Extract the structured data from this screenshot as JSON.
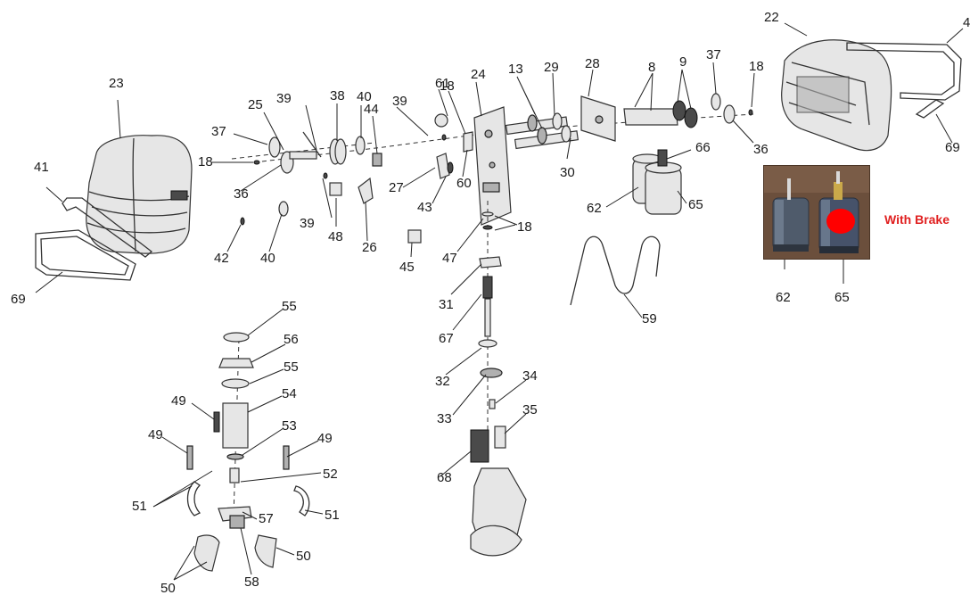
{
  "diagram": {
    "callouts": [
      {
        "id": "c22",
        "text": "22"
      },
      {
        "id": "c4",
        "text": "4"
      },
      {
        "id": "c69a",
        "text": "69"
      },
      {
        "id": "c23",
        "text": "23"
      },
      {
        "id": "c41",
        "text": "41"
      },
      {
        "id": "c69b",
        "text": "69"
      },
      {
        "id": "c25",
        "text": "25"
      },
      {
        "id": "c39a",
        "text": "39"
      },
      {
        "id": "c38",
        "text": "38"
      },
      {
        "id": "c40a",
        "text": "40"
      },
      {
        "id": "c44",
        "text": "44"
      },
      {
        "id": "c39b",
        "text": "39"
      },
      {
        "id": "c61",
        "text": "61"
      },
      {
        "id": "c18a",
        "text": "18"
      },
      {
        "id": "c24",
        "text": "24"
      },
      {
        "id": "c13",
        "text": "13"
      },
      {
        "id": "c29",
        "text": "29"
      },
      {
        "id": "c28",
        "text": "28"
      },
      {
        "id": "c8",
        "text": "8"
      },
      {
        "id": "c9",
        "text": "9"
      },
      {
        "id": "c37a",
        "text": "37"
      },
      {
        "id": "c18b",
        "text": "18"
      },
      {
        "id": "c37b",
        "text": "37"
      },
      {
        "id": "c18c",
        "text": "18"
      },
      {
        "id": "c36a",
        "text": "36"
      },
      {
        "id": "c36b",
        "text": "36"
      },
      {
        "id": "c39c",
        "text": "39"
      },
      {
        "id": "c48",
        "text": "48"
      },
      {
        "id": "c26",
        "text": "26"
      },
      {
        "id": "c27",
        "text": "27"
      },
      {
        "id": "c60",
        "text": "60"
      },
      {
        "id": "c43",
        "text": "43"
      },
      {
        "id": "c30",
        "text": "30"
      },
      {
        "id": "c66",
        "text": "66"
      },
      {
        "id": "c62a",
        "text": "62"
      },
      {
        "id": "c65a",
        "text": "65"
      },
      {
        "id": "c42",
        "text": "42"
      },
      {
        "id": "c40b",
        "text": "40"
      },
      {
        "id": "c45",
        "text": "45"
      },
      {
        "id": "c47",
        "text": "47"
      },
      {
        "id": "c18d",
        "text": "18"
      },
      {
        "id": "c31",
        "text": "31"
      },
      {
        "id": "c59",
        "text": "59"
      },
      {
        "id": "c62b",
        "text": "62"
      },
      {
        "id": "c65b",
        "text": "65"
      },
      {
        "id": "c55a",
        "text": "55"
      },
      {
        "id": "c56",
        "text": "56"
      },
      {
        "id": "c55b",
        "text": "55"
      },
      {
        "id": "c54",
        "text": "54"
      },
      {
        "id": "c49a",
        "text": "49"
      },
      {
        "id": "c53",
        "text": "53"
      },
      {
        "id": "c49b",
        "text": "49"
      },
      {
        "id": "c49c",
        "text": "49"
      },
      {
        "id": "c52",
        "text": "52"
      },
      {
        "id": "c51a",
        "text": "51"
      },
      {
        "id": "c57",
        "text": "57"
      },
      {
        "id": "c51b",
        "text": "51"
      },
      {
        "id": "c50a",
        "text": "50"
      },
      {
        "id": "c58",
        "text": "58"
      },
      {
        "id": "c50b",
        "text": "50"
      },
      {
        "id": "c67",
        "text": "67"
      },
      {
        "id": "c32",
        "text": "32"
      },
      {
        "id": "c33",
        "text": "33"
      },
      {
        "id": "c34",
        "text": "34"
      },
      {
        "id": "c35",
        "text": "35"
      },
      {
        "id": "c68",
        "text": "68"
      }
    ],
    "brake_label": "With Brake",
    "brake_color": "#e02020",
    "photo_bg": "#6b4f3c"
  }
}
